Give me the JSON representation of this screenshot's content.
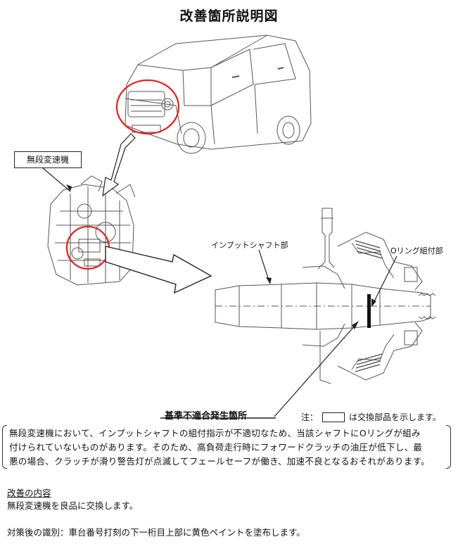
{
  "title": "改善箇所説明図",
  "labels": {
    "transmission": "無段変速機",
    "input_shaft": "インプットシャフト部",
    "oring": "Oリング組付部",
    "nonconformity": "基準不適合発生箇所"
  },
  "note": {
    "prefix": "注：",
    "suffix": "は交換部品を示します。"
  },
  "description": {
    "line1": "無段変速機において、インプットシャフトの組付指示が不適切なため、当該シャフトにOリングが組み",
    "line2": "付けられていないものがあります。そのため、高負荷走行時にフォワードクラッチの油圧が低下し、最",
    "line3": "悪の場合、クラッチが滑り警告灯が点滅してフェールセーフが働き、加速不良となるおそれがあります。"
  },
  "improvement": {
    "heading": "改善の内容",
    "body": "無段変速機を良品に交換します。"
  },
  "identification": "対策後の識別：車台番号打刻の下一桁目上部に黄色ペイントを塗布します。"
}
